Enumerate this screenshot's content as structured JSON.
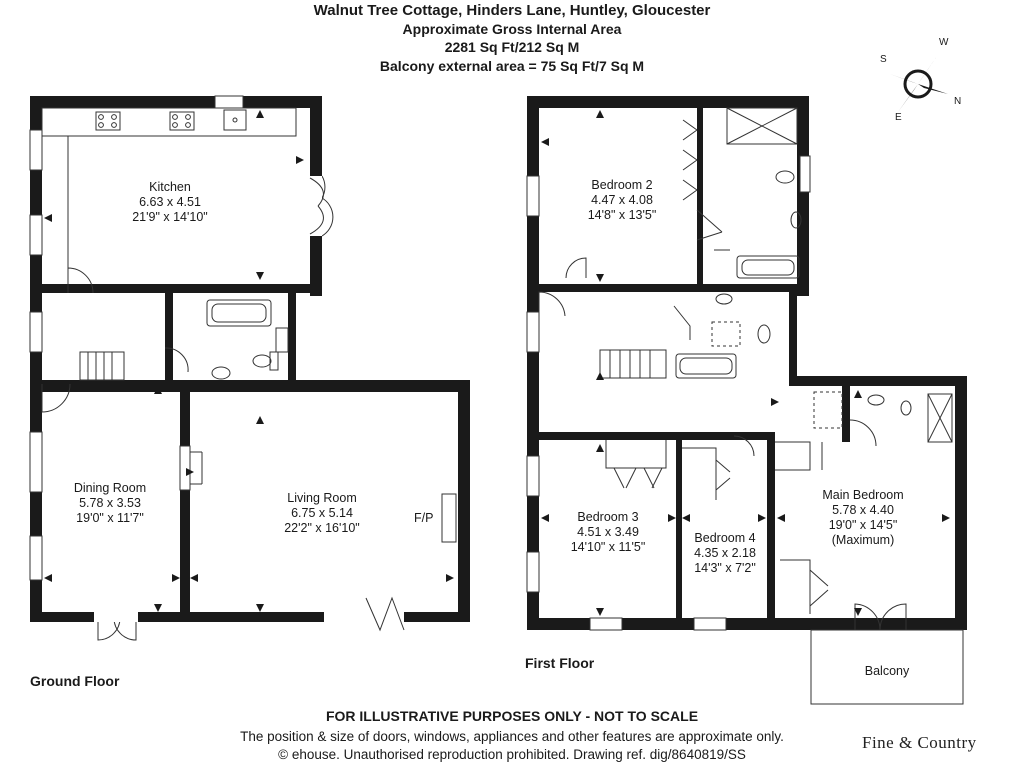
{
  "header": {
    "title": "Walnut Tree Cottage, Hinders Lane, Huntley, Gloucester",
    "subtitle": "Approximate Gross Internal Area",
    "area": "2281 Sq Ft/212 Sq M",
    "balcony_area": "Balcony external area = 75 Sq Ft/7 Sq M"
  },
  "compass": {
    "north": "N",
    "south": "S",
    "east": "E",
    "west": "W"
  },
  "ground_floor": {
    "label": "Ground Floor",
    "rooms": [
      {
        "name": "Kitchen",
        "metric": "6.63 x 4.51",
        "imperial": "21'9\" x 14'10\""
      },
      {
        "name": "Dining Room",
        "metric": "5.78 x 3.53",
        "imperial": "19'0\" x 11'7\""
      },
      {
        "name": "Living Room",
        "metric": "6.75 x 5.14",
        "imperial": "22'2\" x 16'10\""
      }
    ],
    "fireplace_label": "F/P"
  },
  "first_floor": {
    "label": "First Floor",
    "rooms": [
      {
        "name": "Bedroom 2",
        "metric": "4.47 x 4.08",
        "imperial": "14'8\" x 13'5\""
      },
      {
        "name": "Bedroom 3",
        "metric": "4.51 x 3.49",
        "imperial": "14'10\" x 11'5\""
      },
      {
        "name": "Bedroom 4",
        "metric": "4.35 x 2.18",
        "imperial": "14'3\" x 7'2\""
      },
      {
        "name": "Main Bedroom",
        "metric": "5.78 x 4.40",
        "imperial": "19'0\" x 14'5\"",
        "note": "(Maximum)"
      }
    ],
    "balcony_label": "Balcony"
  },
  "footer": {
    "disclaimer": "FOR ILLUSTRATIVE PURPOSES ONLY - NOT TO SCALE",
    "note": "The position & size of doors, windows, appliances and other features are approximate only.",
    "copyright": "© ehouse. Unauthorised reproduction prohibited. Drawing ref. dig/8640819/SS",
    "brand": "Fine & Country"
  }
}
